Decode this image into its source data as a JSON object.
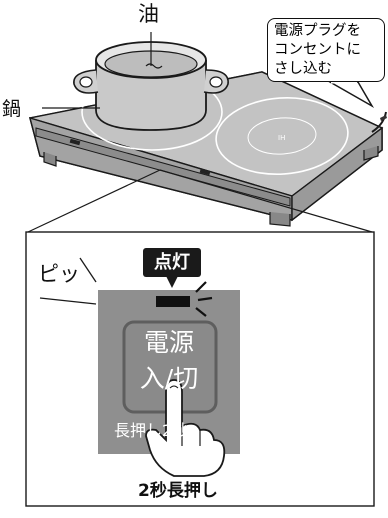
{
  "labels": {
    "oil": "油",
    "pan": "鍋",
    "plug_note": [
      "電源プラグを",
      "コンセントに",
      "さし込む"
    ],
    "beep": "ピッ",
    "lit": "点灯",
    "button_line1": "電源",
    "button_line2": "入/切",
    "panel_hint": "長押し2秒",
    "caption": "2秒長押し"
  },
  "colors": {
    "panel_gray": "#8f8f8f",
    "cooktop_gray": "#b9b9b9",
    "outline": "#1a1a1a"
  }
}
